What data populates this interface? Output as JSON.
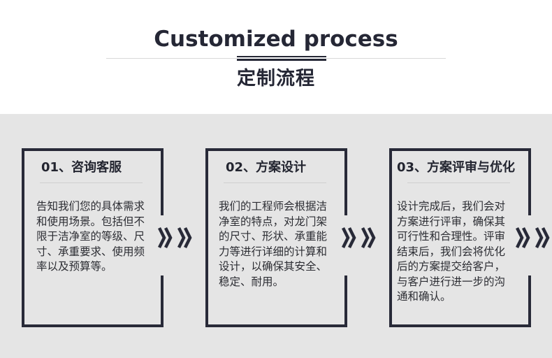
{
  "header": {
    "title_en": "Customized process",
    "title_cn": "定制流程"
  },
  "steps": [
    {
      "title": "01、咨询客服",
      "text": "告知我们您的具体需求和使用场景。包括但不限于洁净室的等级、尺寸、承重要求、使用频率以及预算等。"
    },
    {
      "title": "02、方案设计",
      "text": "我们的工程师会根据洁净室的特点，对龙门架的尺寸、形状、承重能力等进行详细的计算和设计，以确保其安全、稳定、耐用。"
    },
    {
      "title": "03、方案评审与优化",
      "text": "设计完成后，我们会对方案进行评审，确保其可行性和合理性。评审结束后，我们会将优化后的方案提交给客户，与客户进行进一步的沟通和确认。"
    }
  ],
  "colors": {
    "dark": "#282a38",
    "band": "#e5e5e5"
  },
  "icons": {
    "arrow": "double-chevron-right-icon"
  }
}
